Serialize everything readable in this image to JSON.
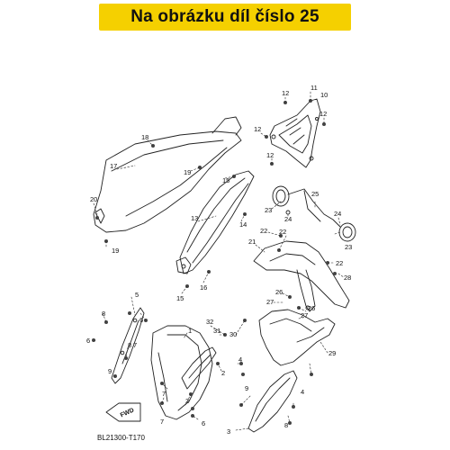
{
  "banner": {
    "text": "Na obrázku díl číslo 25",
    "color": "#f5d000"
  },
  "drawing_code": "BL21300-T170",
  "fwd_label": "FWD",
  "callouts": [
    {
      "id": "c1",
      "text": "12"
    },
    {
      "id": "c2",
      "text": "11"
    },
    {
      "id": "c3",
      "text": "10"
    },
    {
      "id": "c4",
      "text": "12"
    },
    {
      "id": "c5",
      "text": "12"
    },
    {
      "id": "c6",
      "text": "12"
    },
    {
      "id": "c7",
      "text": "18"
    },
    {
      "id": "c8",
      "text": "17"
    },
    {
      "id": "c9",
      "text": "19"
    },
    {
      "id": "c10",
      "text": "15"
    },
    {
      "id": "c11",
      "text": "20"
    },
    {
      "id": "c12",
      "text": "19"
    },
    {
      "id": "c13",
      "text": "13"
    },
    {
      "id": "c14",
      "text": "14"
    },
    {
      "id": "c15",
      "text": "15"
    },
    {
      "id": "c16",
      "text": "16"
    },
    {
      "id": "c17",
      "text": "23"
    },
    {
      "id": "c18",
      "text": "24"
    },
    {
      "id": "c19",
      "text": "25"
    },
    {
      "id": "c20",
      "text": "24"
    },
    {
      "id": "c21",
      "text": "23"
    },
    {
      "id": "c22",
      "text": "22"
    },
    {
      "id": "c23",
      "text": "22"
    },
    {
      "id": "c24",
      "text": "21"
    },
    {
      "id": "c25",
      "text": "22"
    },
    {
      "id": "c26",
      "text": "28"
    },
    {
      "id": "c27",
      "text": "26"
    },
    {
      "id": "c28",
      "text": "27"
    },
    {
      "id": "c29",
      "text": "26"
    },
    {
      "id": "c30",
      "text": "27"
    },
    {
      "id": "c31",
      "text": "5"
    },
    {
      "id": "c32",
      "text": "8"
    },
    {
      "id": "c33",
      "text": "6"
    },
    {
      "id": "c34",
      "text": "1"
    },
    {
      "id": "c35",
      "text": "32"
    },
    {
      "id": "c36",
      "text": "31"
    },
    {
      "id": "c37",
      "text": "30"
    },
    {
      "id": "c38",
      "text": "29"
    },
    {
      "id": "c39",
      "text": "7"
    },
    {
      "id": "c40",
      "text": "6"
    },
    {
      "id": "c41",
      "text": "8"
    },
    {
      "id": "c42",
      "text": "9"
    },
    {
      "id": "c43",
      "text": "4"
    },
    {
      "id": "c44",
      "text": "2"
    },
    {
      "id": "c45",
      "text": "7"
    },
    {
      "id": "c46",
      "text": "2"
    },
    {
      "id": "c47",
      "text": "7"
    },
    {
      "id": "c48",
      "text": "6"
    },
    {
      "id": "c49",
      "text": "9"
    },
    {
      "id": "c50",
      "text": "3"
    },
    {
      "id": "c51",
      "text": "8"
    },
    {
      "id": "c52",
      "text": "4"
    }
  ]
}
